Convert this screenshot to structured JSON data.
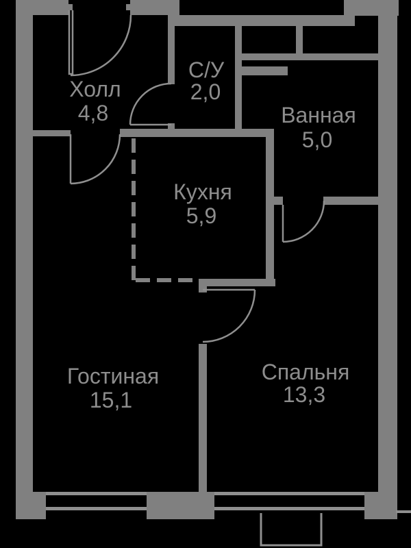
{
  "floorplan": {
    "type": "apartment-floor-plan",
    "background_color": "#000000",
    "wall_color": "#808080",
    "line_color": "#8f8f8f",
    "text_color": "#8d8d8d",
    "rooms": [
      {
        "name": "Холл",
        "area": "4,8"
      },
      {
        "name": "С/У",
        "area": "2,0"
      },
      {
        "name": "Ванная",
        "area": "5,0"
      },
      {
        "name": "Кухня",
        "area": "5,9"
      },
      {
        "name": "Гостиная",
        "area": "15,1"
      },
      {
        "name": "Спальня",
        "area": "13,3"
      }
    ]
  }
}
